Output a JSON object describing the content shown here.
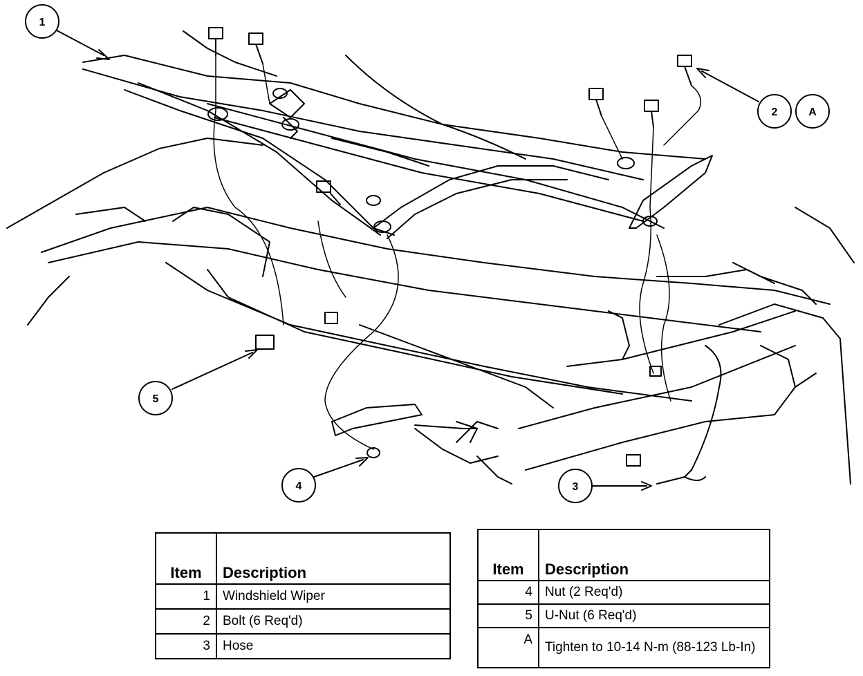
{
  "callouts": {
    "c1": "1",
    "c2": "2",
    "cA": "A",
    "c3": "3",
    "c4": "4",
    "c5": "5"
  },
  "legend_left": {
    "header_item": "Item",
    "header_description": "Description",
    "rows": [
      {
        "item": "1",
        "description": "Windshield Wiper"
      },
      {
        "item": "2",
        "description": "Bolt (6 Req'd)"
      },
      {
        "item": "3",
        "description": "Hose"
      }
    ]
  },
  "legend_right": {
    "header_item": "Item",
    "header_description": "Description",
    "rows": [
      {
        "item": "4",
        "description": "Nut (2 Req'd)"
      },
      {
        "item": "5",
        "description": "U-Nut (6 Req'd)"
      },
      {
        "item": "A",
        "description": "Tighten to 10-14 N-m (88-123 Lb-In)"
      }
    ]
  }
}
